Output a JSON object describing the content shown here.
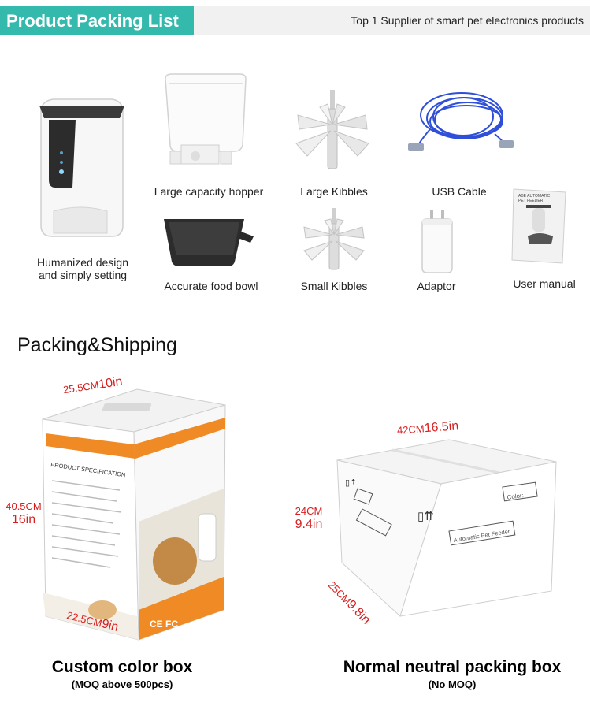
{
  "header": {
    "title": "Product Packing List",
    "tagline": "Top 1 Supplier of smart pet electronics products"
  },
  "packing_list": {
    "main_unit": [
      "Humanized design",
      "and simply setting"
    ],
    "hopper": "Large capacity hopper",
    "large_kibbles": "Large Kibbles",
    "usb_cable": "USB Cable",
    "food_bowl": "Accurate food bowl",
    "small_kibbles": "Small Kibbles",
    "adaptor": "Adaptor",
    "user_manual": "User manual",
    "manual_cover_text": [
      "ABE AUTOMATIC",
      "PET FEEDER"
    ]
  },
  "shipping": {
    "section_title": "Packing&Shipping",
    "color_box": {
      "caption": "Custom color box",
      "note": "(MOQ above 500pcs)",
      "width_cm": "25.5CM",
      "width_in": "10in",
      "height_cm": "40.5CM",
      "height_in": "16in",
      "depth_cm": "22.5CM",
      "depth_in": "9in",
      "spec_title": "PRODUCT SPECIFICATION"
    },
    "neutral_box": {
      "caption": "Normal neutral packing box",
      "note": "(No MOQ)",
      "length_cm": "42CM",
      "length_in": "16.5in",
      "height_cm": "24CM",
      "height_in": "9.4in",
      "depth_cm": "25CM",
      "depth_in": "9.8in",
      "color_label": "Color:",
      "product_label": "Automatic Pet Feeder"
    }
  },
  "colors": {
    "accent": "#34b9ad",
    "dimension_red": "#d81e1e",
    "box_orange": "#f08a24",
    "cable_blue": "#2f4fd8"
  }
}
